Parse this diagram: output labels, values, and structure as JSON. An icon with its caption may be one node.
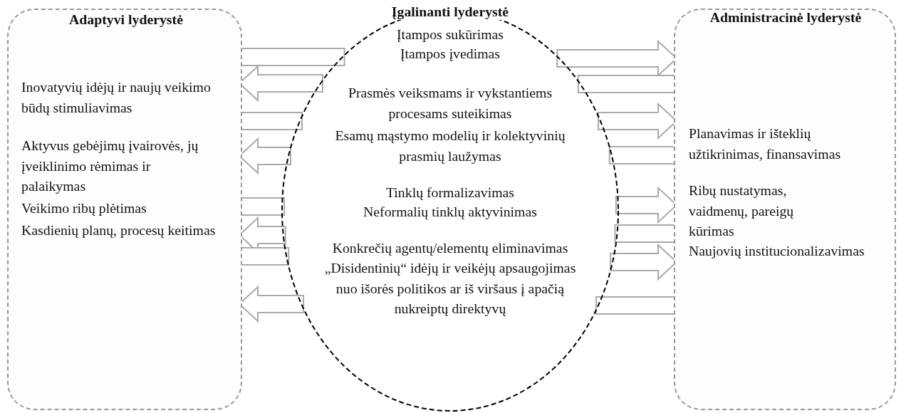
{
  "diagram": {
    "nodes": [
      {
        "text": [
          "Adaptyvi lyderystė",
          "Inovatyvių idėjų ir naujų veikimo būdų stimuliavimas",
          "Aktyvus gebėjimų įvairovės, jų įveiklinimo rėmimas ir palaikymas",
          "Veikimo ribų plėtimas",
          "Kasdienių planų, procesų keitimas"
        ]
      },
      {
        "text": [
          "Įgalinanti lyderystė",
          "Įtampos sukūrimas",
          "Įtampos įvedimas",
          "Prasmės veiksmams ir vykstantiems procesams suteikimas",
          "Esamų mąstymo modelių ir kolektyvinių prasmių laužymas",
          "Tinklų formalizavimas",
          "Neformalių tinklų aktyvinimas",
          "Konkrečių agentų/elementų eliminavimas",
          "„Disidentinių“ idėjų ir veikėjų apsaugojimas nuo išorės politikos ar iš viršaus į apačią nukreiptų direktyvų"
        ]
      },
      {
        "text": [
          "Administracinė lyderystė",
          "Planavimas ir išteklių užtikrinimas, finansavimas",
          "Ribų nustatymas, vaidmenų, pareigų kūrimas",
          "Naujovių institucionalizavimas"
        ]
      }
    ],
    "edges": [
      {
        "from": 0,
        "to": 1,
        "arrow": "none"
      },
      {
        "from": 1,
        "to": 0,
        "arrow": "to"
      },
      {
        "from": 0,
        "to": 1,
        "arrow": "none"
      },
      {
        "from": 1,
        "to": 0,
        "arrow": "to"
      },
      {
        "from": 0,
        "to": 1,
        "arrow": "none"
      },
      {
        "from": 1,
        "to": 0,
        "arrow": "to"
      },
      {
        "from": 0,
        "to": 1,
        "arrow": "none"
      },
      {
        "from": 1,
        "to": 0,
        "arrow": "to"
      },
      {
        "from": 1,
        "to": 2,
        "arrow": "to"
      },
      {
        "from": 2,
        "to": 1,
        "arrow": "none"
      },
      {
        "from": 1,
        "to": 2,
        "arrow": "to"
      },
      {
        "from": 2,
        "to": 1,
        "arrow": "none"
      },
      {
        "from": 1,
        "to": 2,
        "arrow": "to"
      },
      {
        "from": 2,
        "to": 1,
        "arrow": "none"
      },
      {
        "from": 1,
        "to": 2,
        "arrow": "to"
      },
      {
        "from": 2,
        "to": 1,
        "arrow": "none"
      }
    ]
  }
}
